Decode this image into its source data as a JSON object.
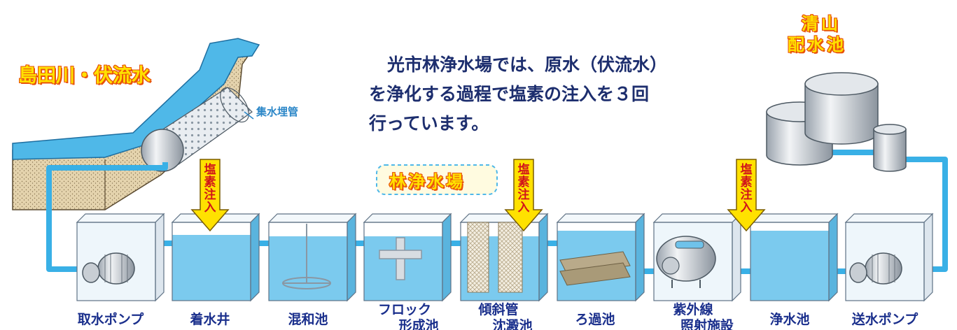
{
  "intro": {
    "line1": "光市林浄水場では、原水（伏流水）",
    "line2": "を浄化する過程で塩素の注入を３回",
    "line3": "行っています。"
  },
  "river_label": "島田川・伏流水",
  "pipe_label": "集水埋管",
  "plant_label": "林浄水場",
  "reservoir_label": {
    "line1": "清山",
    "line2": "配水池"
  },
  "chlorine_label": "塩素注入",
  "stages": [
    {
      "line1": "取水ポンプ",
      "line2": ""
    },
    {
      "line1": "着水井",
      "line2": ""
    },
    {
      "line1": "混和池",
      "line2": ""
    },
    {
      "line1": "フロック",
      "line2": "形成池"
    },
    {
      "line1": "傾斜管",
      "line2": "沈澱池"
    },
    {
      "line1": "ろ過池",
      "line2": ""
    },
    {
      "line1": "紫外線",
      "line2": "照射施設"
    },
    {
      "line1": "浄水池",
      "line2": ""
    },
    {
      "line1": "送水ポンプ",
      "line2": ""
    }
  ],
  "colors": {
    "water": "#4fb8e8",
    "pipe": "#39b0e6",
    "text_blue": "#1a2f8c",
    "arrow_yellow": "#ffe100",
    "chlorine_red": "#d1141a",
    "title_outline": "#e8510a"
  }
}
